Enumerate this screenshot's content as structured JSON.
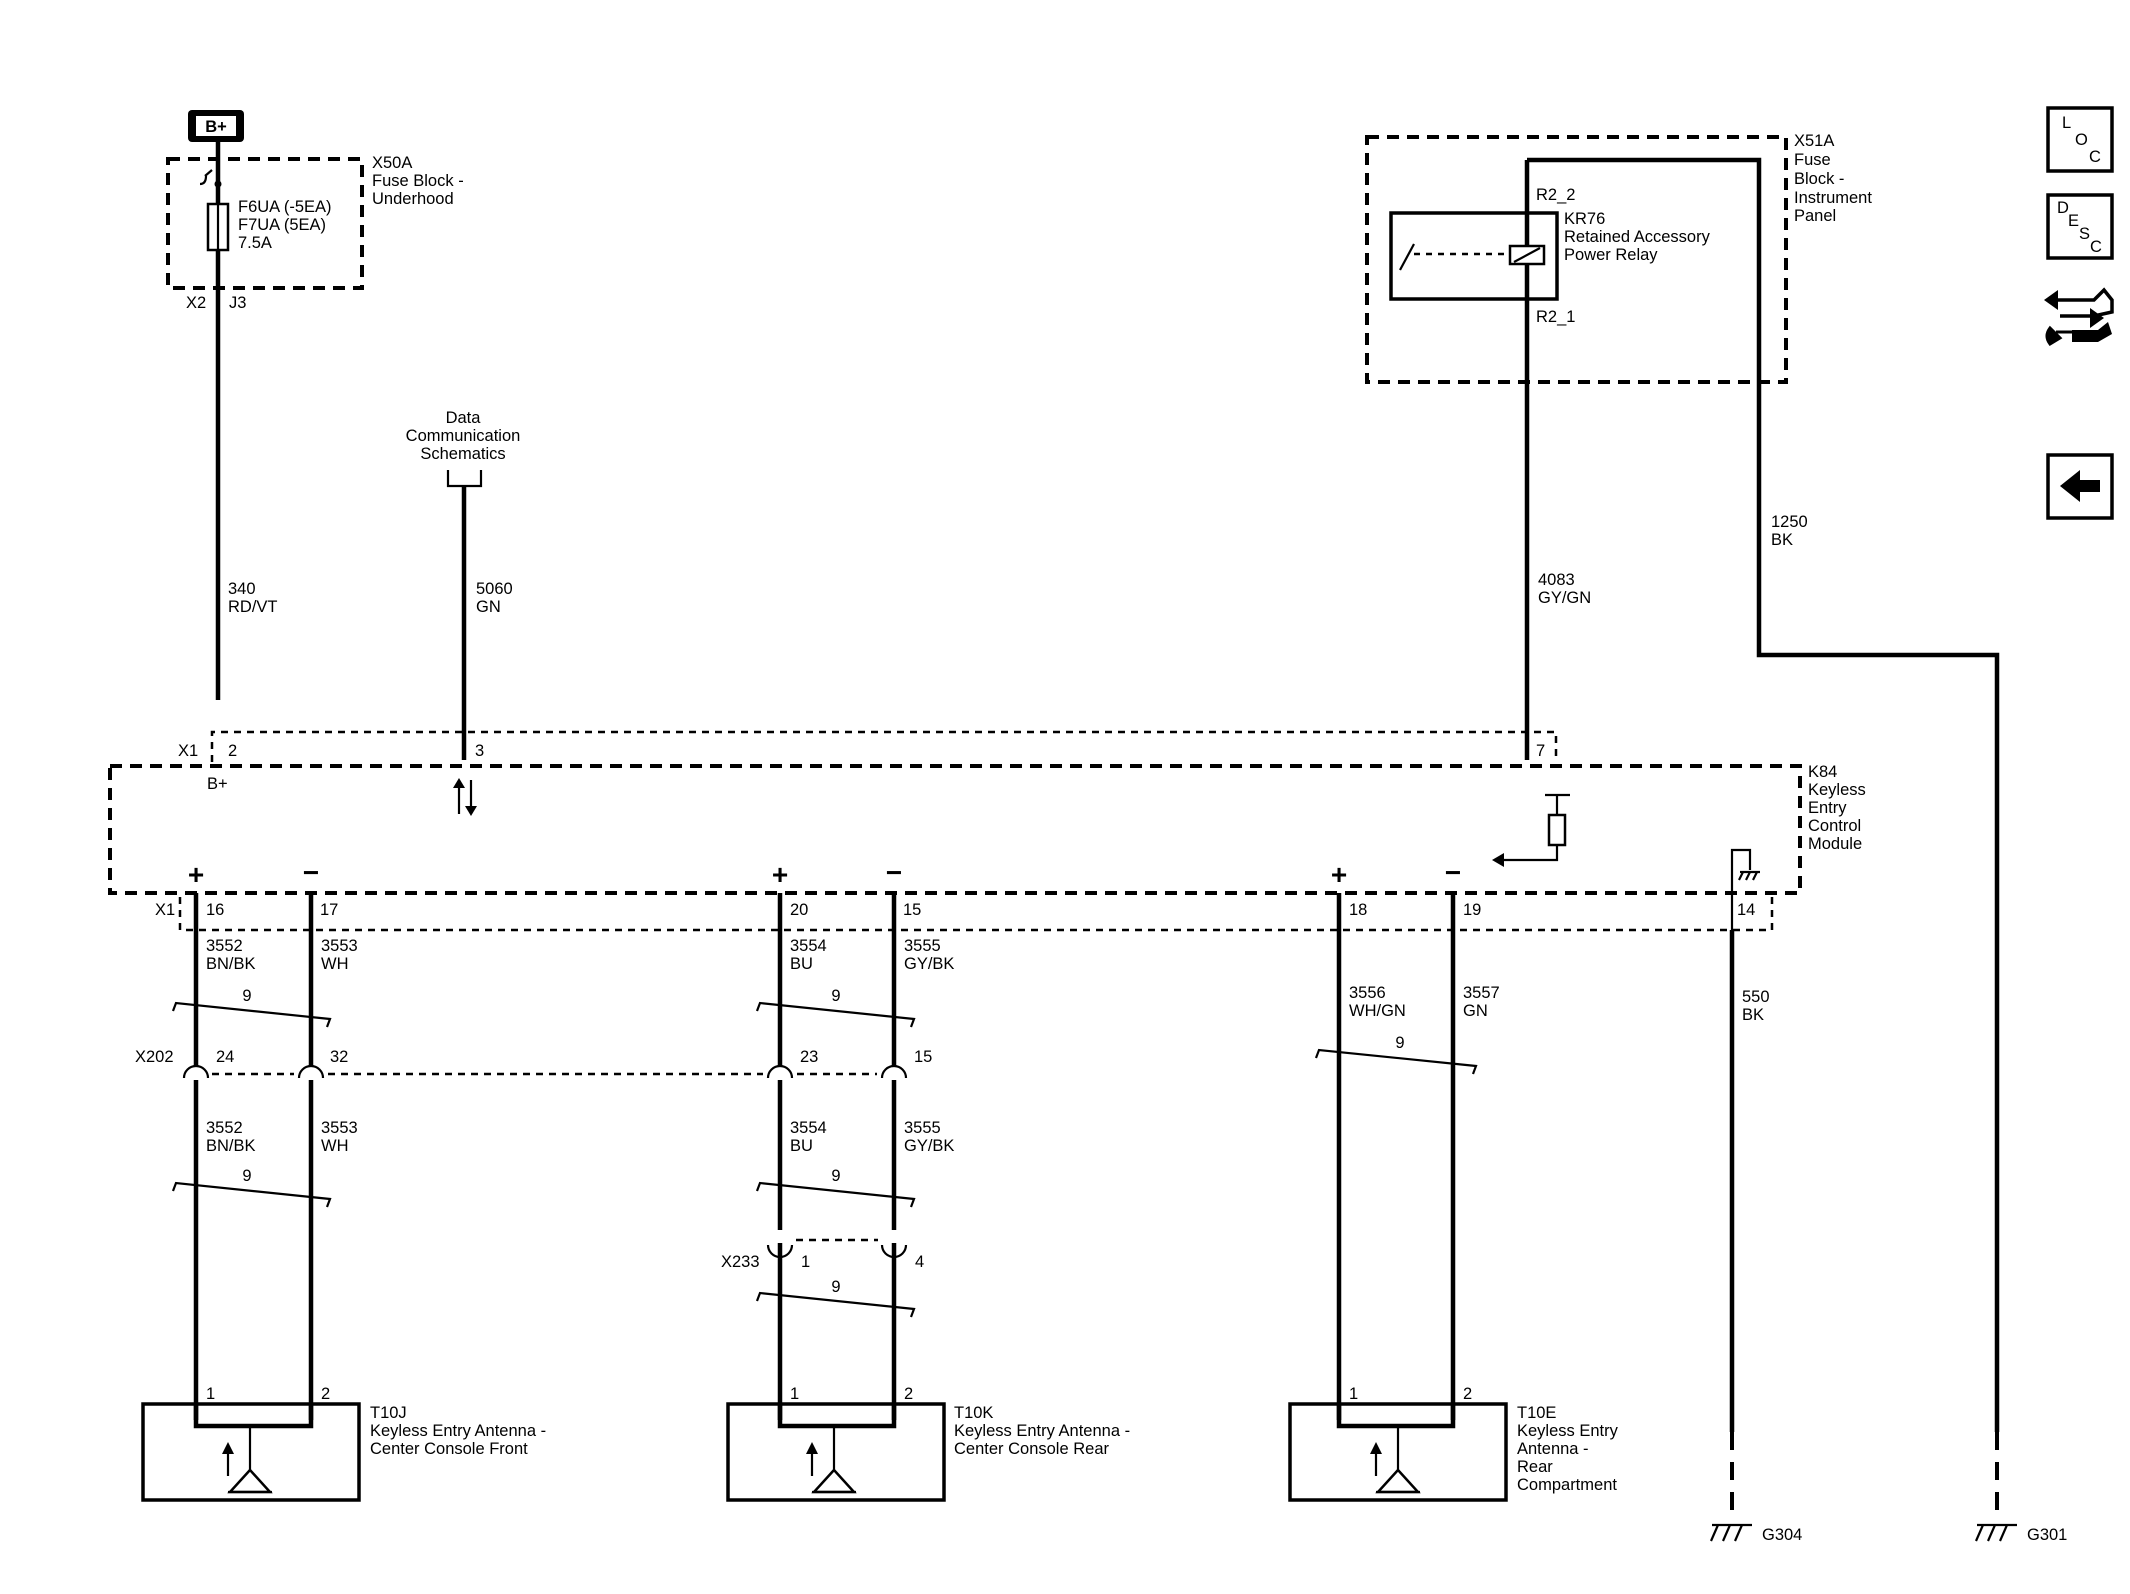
{
  "power": {
    "label": "B+"
  },
  "fuse_block_underhood": {
    "id": "X50A",
    "name_line1": "Fuse Block -",
    "name_line2": "Underhood",
    "fuse_line1": "F6UA (-5EA)",
    "fuse_line2": "F7UA (5EA)",
    "fuse_line3": "7.5A",
    "connector_left": "X2",
    "connector_right": "J3"
  },
  "wire_340": {
    "circuit": "340",
    "color": "RD/VT"
  },
  "data_comm": {
    "line1": "Data",
    "line2": "Communication",
    "line3": "Schematics"
  },
  "wire_5060": {
    "circuit": "5060",
    "color": "GN"
  },
  "fuse_block_ip": {
    "id": "X51A",
    "line1": "Fuse",
    "line2": "Block -",
    "line3": "Instrument",
    "line4": "Panel"
  },
  "relay": {
    "pin_top": "R2_2",
    "pin_bottom": "R2_1",
    "id": "KR76",
    "name_line1": "Retained Accessory",
    "name_line2": "Power Relay"
  },
  "wire_4083": {
    "circuit": "4083",
    "color": "GY/GN"
  },
  "wire_1250": {
    "circuit": "1250",
    "color": "BK"
  },
  "module": {
    "id": "K84",
    "line1": "Keyless",
    "line2": "Entry",
    "line3": "Control",
    "line4": "Module",
    "connector_top": "X1",
    "pin_bplus": "2",
    "pin_data": "3",
    "pin_relay": "7",
    "bplus_label": "B+",
    "connector_bottom": "X1",
    "pins_bottom": [
      "16",
      "17",
      "20",
      "15",
      "18",
      "19",
      "14"
    ],
    "plus": "+",
    "minus": "−"
  },
  "wires_upper": [
    {
      "circuit": "3552",
      "color": "BN/BK"
    },
    {
      "circuit": "3553",
      "color": "WH"
    },
    {
      "circuit": "3554",
      "color": "BU"
    },
    {
      "circuit": "3555",
      "color": "GY/BK"
    },
    {
      "circuit": "3556",
      "color": "WH/GN"
    },
    {
      "circuit": "3557",
      "color": "GN"
    }
  ],
  "wire_550": {
    "circuit": "550",
    "color": "BK"
  },
  "twist": {
    "label": "9"
  },
  "x202": {
    "id": "X202",
    "pins": [
      "24",
      "32",
      "23",
      "15"
    ]
  },
  "wires_lower": [
    {
      "circuit": "3552",
      "color": "BN/BK"
    },
    {
      "circuit": "3553",
      "color": "WH"
    },
    {
      "circuit": "3554",
      "color": "BU"
    },
    {
      "circuit": "3555",
      "color": "GY/BK"
    }
  ],
  "x233": {
    "id": "X233",
    "pins": [
      "1",
      "4"
    ]
  },
  "antennas": [
    {
      "pin1": "1",
      "pin2": "2",
      "id": "T10J",
      "line1": "Keyless Entry Antenna -",
      "line2": "Center Console Front",
      "line3": "",
      "line4": ""
    },
    {
      "pin1": "1",
      "pin2": "2",
      "id": "T10K",
      "line1": "Keyless Entry Antenna -",
      "line2": "Center Console Rear",
      "line3": "",
      "line4": ""
    },
    {
      "pin1": "1",
      "pin2": "2",
      "id": "T10E",
      "line1": "Keyless Entry",
      "line2": "Antenna -",
      "line3": "Rear",
      "line4": "Compartment"
    }
  ],
  "grounds": {
    "g304": "G304",
    "g301": "G301"
  },
  "nav": {
    "loc_letters": [
      "L",
      "O",
      "C"
    ],
    "desc_letters": [
      "D",
      "E",
      "S",
      "C"
    ],
    "icons": [
      "location-icon",
      "description-icon",
      "connector-repair-icon",
      "back-arrow-icon"
    ]
  }
}
